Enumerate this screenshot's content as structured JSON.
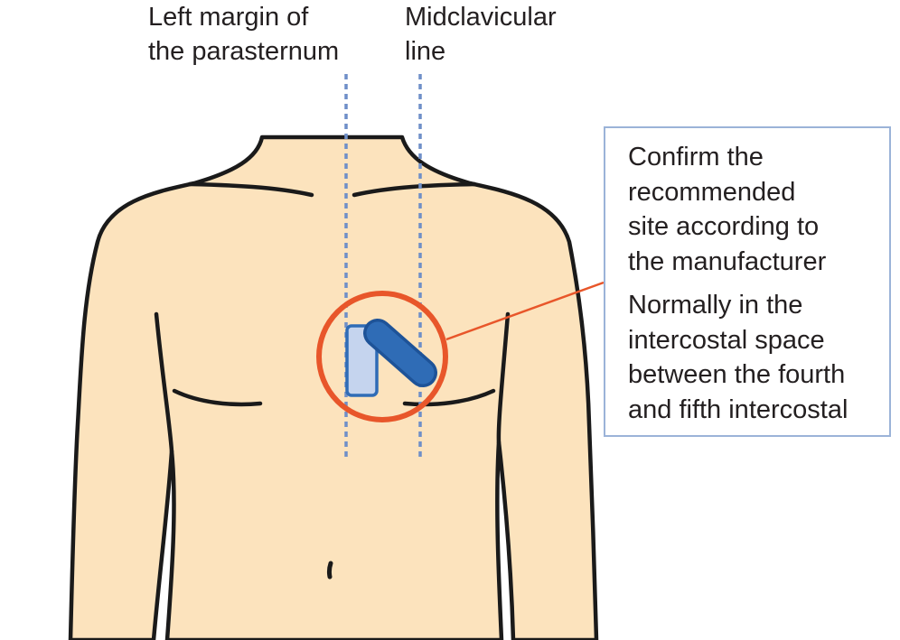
{
  "labels": {
    "parasternum": {
      "lines": [
        "Left margin of",
        "the parasternum"
      ]
    },
    "midclavicular": {
      "lines": [
        "Midclavicular",
        "line"
      ]
    }
  },
  "callout": {
    "paragraphs": [
      {
        "lines": [
          "Confirm the",
          "recommended",
          "site according to",
          "the manufacturer"
        ]
      },
      {
        "lines": [
          "Normally in the",
          "intercostal space",
          "between the fourth",
          "and fifth intercostal"
        ]
      }
    ]
  },
  "colors": {
    "skin": "#fce3bd",
    "outline": "#1a1a1a",
    "guide_line": "#6f8fc8",
    "highlight_circle": "#e8562a",
    "callout_border": "#9bb3d8",
    "device_light": "#c5d4ee",
    "device_dark": "#2f6cb6"
  }
}
